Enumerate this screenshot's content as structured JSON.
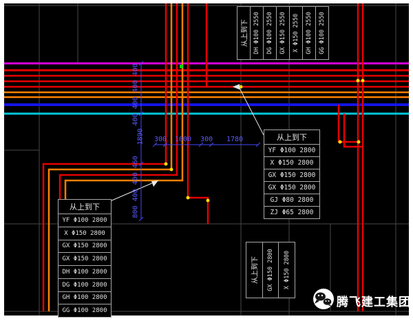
{
  "tables": {
    "top_right": {
      "header": "从上到下",
      "entries": [
        "DH Φ100 2550",
        "DG Φ100 2550",
        "GX Φ150 2550",
        "X Φ150 2550",
        "GH Φ100 2550",
        "GG Φ100 2550"
      ]
    },
    "mid_right": {
      "header": "从上到下",
      "rows": [
        "YF Φ100 2800",
        "X Φ150 2800",
        "GX Φ150 2800",
        "GX Φ150 2800",
        "GJ Φ80 2800",
        "ZJ Φ65 2800"
      ]
    },
    "bottom_left": {
      "header": "从上到下",
      "rows": [
        "YF Φ100 2800",
        "X Φ150 2800",
        "GX Φ150 2800",
        "GX Φ150 2800",
        "DH Φ100 2800",
        "DG Φ100 2800",
        "GH Φ100 2800",
        "GG Φ100 2800"
      ]
    },
    "bottom_mid": {
      "header": "从上到下",
      "entries": [
        "GX Φ150 2800",
        "X Φ150 2800"
      ]
    }
  },
  "dimensions": {
    "horizontal": [
      "300",
      "1000",
      "300",
      "1780"
    ],
    "vertical_top": "400 400 400 400",
    "vertical_mid": "1890",
    "vertical_bottom": "800 400 400 460"
  },
  "watermark": {
    "text": "腾飞建工集团",
    "icon": "wechat-icon"
  },
  "colors": {
    "background": "#000000",
    "pipe_red": "#e60000",
    "pipe_orange": "#ff8000",
    "pipe_magenta": "#dd00dd",
    "pipe_blue": "#1414e6",
    "pipe_cyan": "#00c8dc",
    "dimension_blue": "#5a5aff",
    "marker_yellow": "#ffdd00",
    "marker_green": "#00dd00",
    "grid_gray": "#474747",
    "table_border": "#a8a8a8"
  }
}
